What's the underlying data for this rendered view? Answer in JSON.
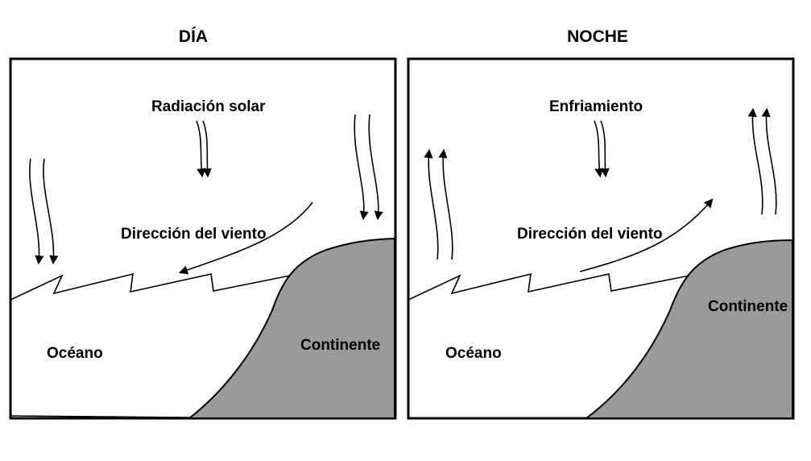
{
  "panels": {
    "day": {
      "title": "DÍA",
      "top_label": "Radiación solar",
      "wind_label": "Dirección del viento",
      "ocean_label": "Océano",
      "land_label": "Continente"
    },
    "night": {
      "title": "NOCHE",
      "top_label": "Enfriamiento",
      "wind_label": "Dirección del viento",
      "ocean_label": "Océano",
      "land_label": "Continente"
    }
  },
  "colors": {
    "land": "#9a9a9a",
    "lines": "#000000",
    "background": "#ffffff"
  }
}
